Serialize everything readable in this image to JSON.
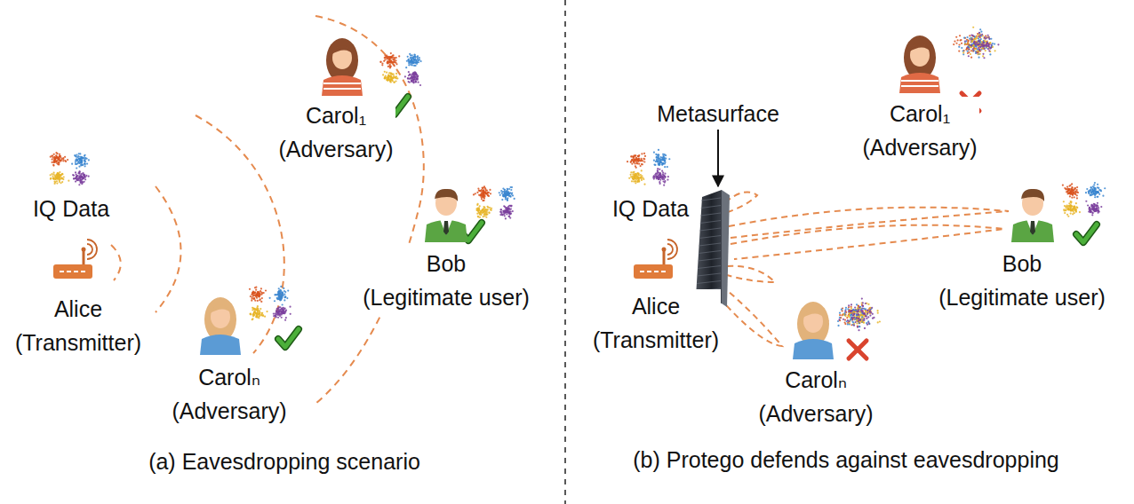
{
  "diagram": {
    "nodes": [
      {
        "text": [
          "Alice",
          "(Transmitter)"
        ]
      },
      {
        "text": [
          "Carol₁",
          "(Adversary)"
        ]
      },
      {
        "text": [
          "Bob",
          "(Legitimate user)"
        ]
      },
      {
        "text": [
          "Carolₙ",
          "(Adversary)"
        ]
      },
      {
        "text": [
          "Alice",
          "(Transmitter)"
        ]
      },
      {
        "text": [
          "Carol₁",
          "(Adversary)"
        ]
      },
      {
        "text": [
          "Bob",
          "(Legitimate user)"
        ]
      },
      {
        "text": [
          "Carolₙ",
          "(Adversary)"
        ]
      }
    ],
    "labels": [
      "IQ Data",
      "(a) Eavesdropping scenario",
      "Metasurface",
      "IQ Data",
      "(b) Protego defends against eavesdropping"
    ]
  }
}
